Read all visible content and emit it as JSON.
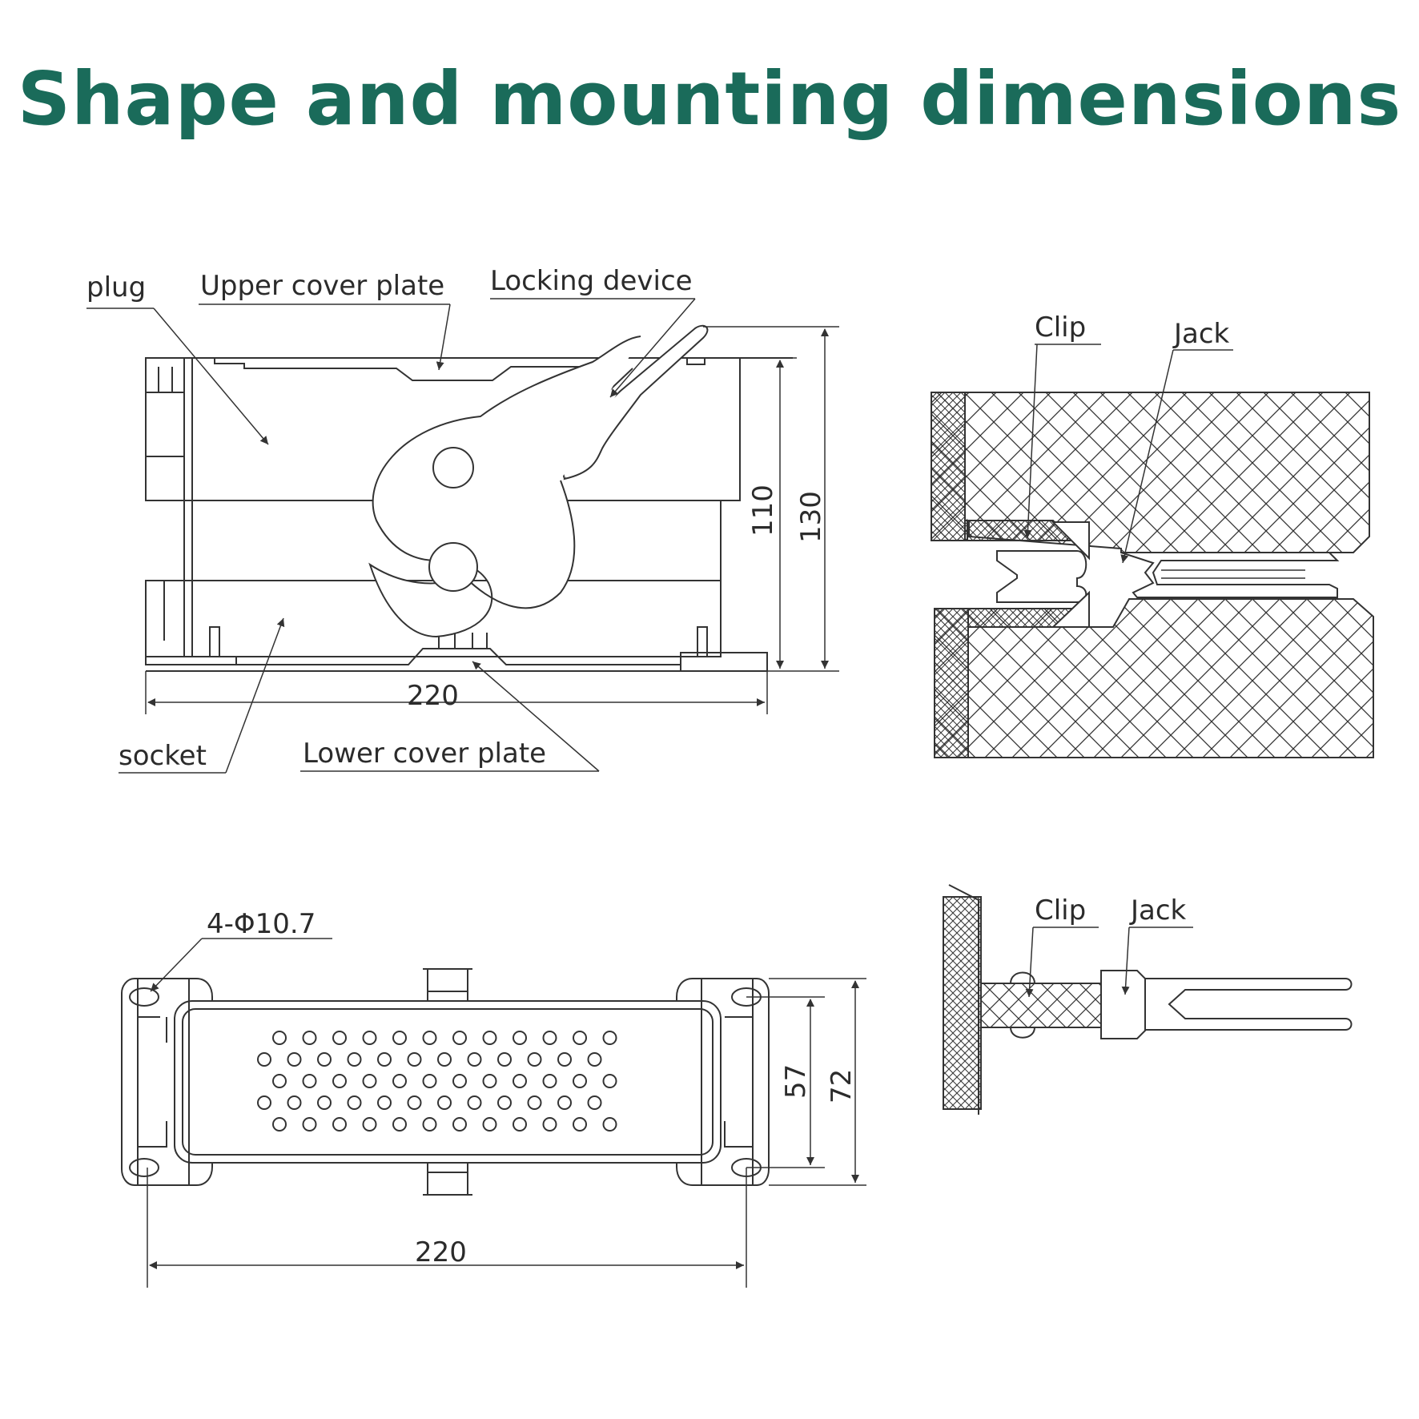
{
  "title": "Shape and mounting dimensions",
  "colors": {
    "title": "#1a6b5a",
    "line": "#333333"
  },
  "side_view": {
    "labels": {
      "plug": "plug",
      "upper_cover_plate": "Upper cover plate",
      "locking_device": "Locking device",
      "socket": "socket",
      "lower_cover_plate": "Lower cover plate"
    },
    "dimensions": {
      "width": "220",
      "inner_height": "110",
      "total_height": "130"
    }
  },
  "top_view": {
    "labels": {
      "holes": "4-Φ10.7"
    },
    "dimensions": {
      "width": "220",
      "inner_height": "57",
      "total_height": "72"
    }
  },
  "section_view": {
    "labels": {
      "clip": "Clip",
      "jack": "Jack"
    }
  },
  "contact_view": {
    "labels": {
      "clip": "Clip",
      "jack": "Jack"
    }
  }
}
